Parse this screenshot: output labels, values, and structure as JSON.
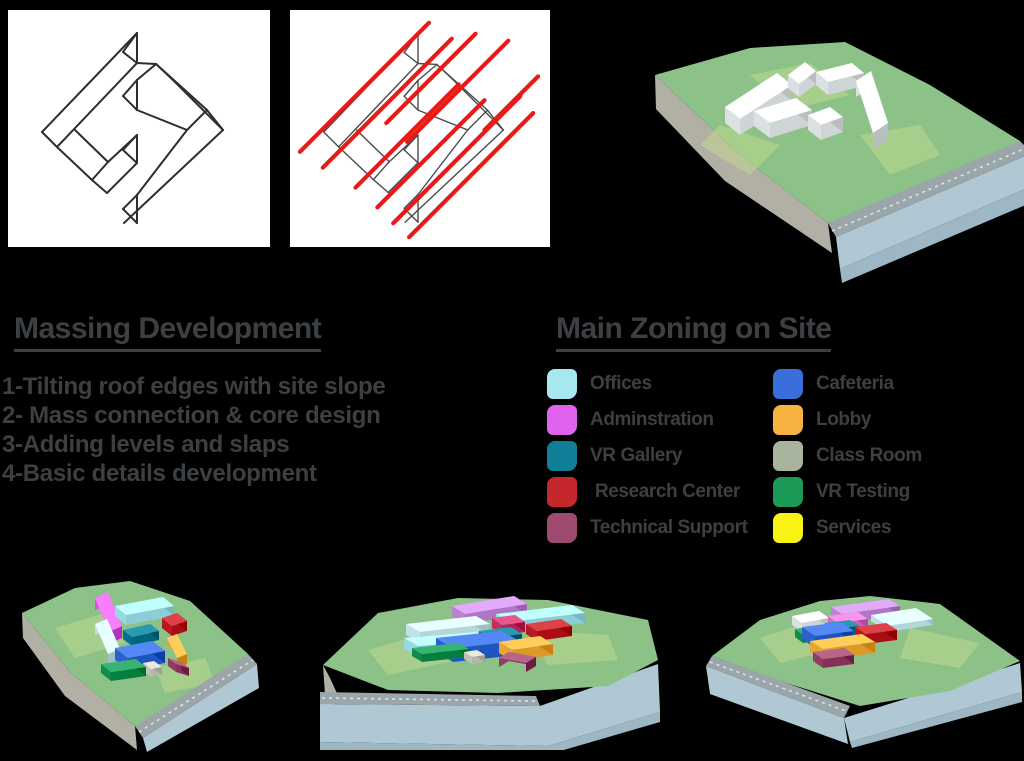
{
  "massing": {
    "title": "Massing Development",
    "items": [
      "1-Tilting roof edges with site slope",
      "2- Mass connection & core design",
      "3-Adding levels and slaps",
      "4-Basic details development"
    ]
  },
  "zoning": {
    "title": "Main Zoning on Site",
    "legend": {
      "col1": [
        {
          "key": "offices",
          "label": "Offices",
          "color": "#a7e8f0"
        },
        {
          "key": "adminstration",
          "label": "Adminstration",
          "color": "#df63ec"
        },
        {
          "key": "gallery",
          "label": "VR Gallery",
          "color": "#117f97"
        },
        {
          "key": "research",
          "label": " Research Center",
          "color": "#c4272e"
        },
        {
          "key": "tech",
          "label": "Technical Support",
          "color": "#9f4b71"
        }
      ],
      "col2": [
        {
          "key": "cafeteria",
          "label": "Cafeteria",
          "color": "#3a6edb"
        },
        {
          "key": "lobby",
          "label": "Lobby",
          "color": "#f7b341"
        },
        {
          "key": "classroom",
          "label": "Class Room",
          "color": "#a9b49e"
        },
        {
          "key": "testing",
          "label": "VR Testing",
          "color": "#1d9a57"
        },
        {
          "key": "services",
          "label": "Services",
          "color": "#f9f214"
        }
      ]
    }
  },
  "colors": {
    "background": "#000000",
    "text": "#3d4043",
    "sketch_paper": "#ffffff",
    "sketch_line": "#2e2e2e",
    "sketch_red": "#e81a17",
    "terrain_green": "#8cc287",
    "terrain_green_light": "#c3d98f",
    "terrain_side": "#b2b0a4",
    "terrain_front": "#b0c8d3",
    "terrain_front_dark": "#9db7c4",
    "road": "#9aa6a9",
    "road_line": "#e8eef0",
    "block_white": "#e9eef1",
    "block_violet": "#c98fe0",
    "block_pink": "#e07ad2",
    "block_crimson": "#cc3d72",
    "block_slab": "#cdeff5",
    "block_gray": "#cfcfc3"
  }
}
